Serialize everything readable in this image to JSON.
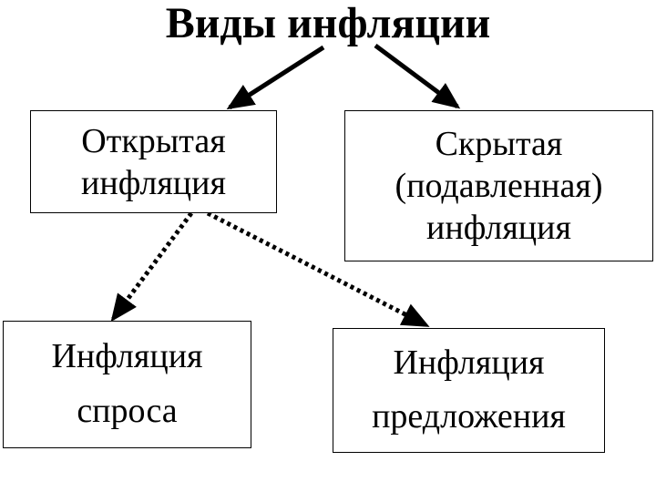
{
  "title": "Виды инфляции",
  "nodes": {
    "open": {
      "line1": "Открытая",
      "line2": "инфляция"
    },
    "hidden": {
      "line1": "Скрытая",
      "line2": "(подавленная)",
      "line3": "инфляция"
    },
    "demand": {
      "line1": "Инфляция",
      "line2": "спроса"
    },
    "supply": {
      "line1": "Инфляция",
      "line2": "предложения"
    }
  },
  "edges": [
    {
      "from": "title",
      "to": "open",
      "style": "solid"
    },
    {
      "from": "title",
      "to": "hidden",
      "style": "solid"
    },
    {
      "from": "open",
      "to": "demand",
      "style": "dotted"
    },
    {
      "from": "open",
      "to": "supply",
      "style": "dotted"
    }
  ],
  "colors": {
    "line": "#000000",
    "background": "#ffffff"
  }
}
